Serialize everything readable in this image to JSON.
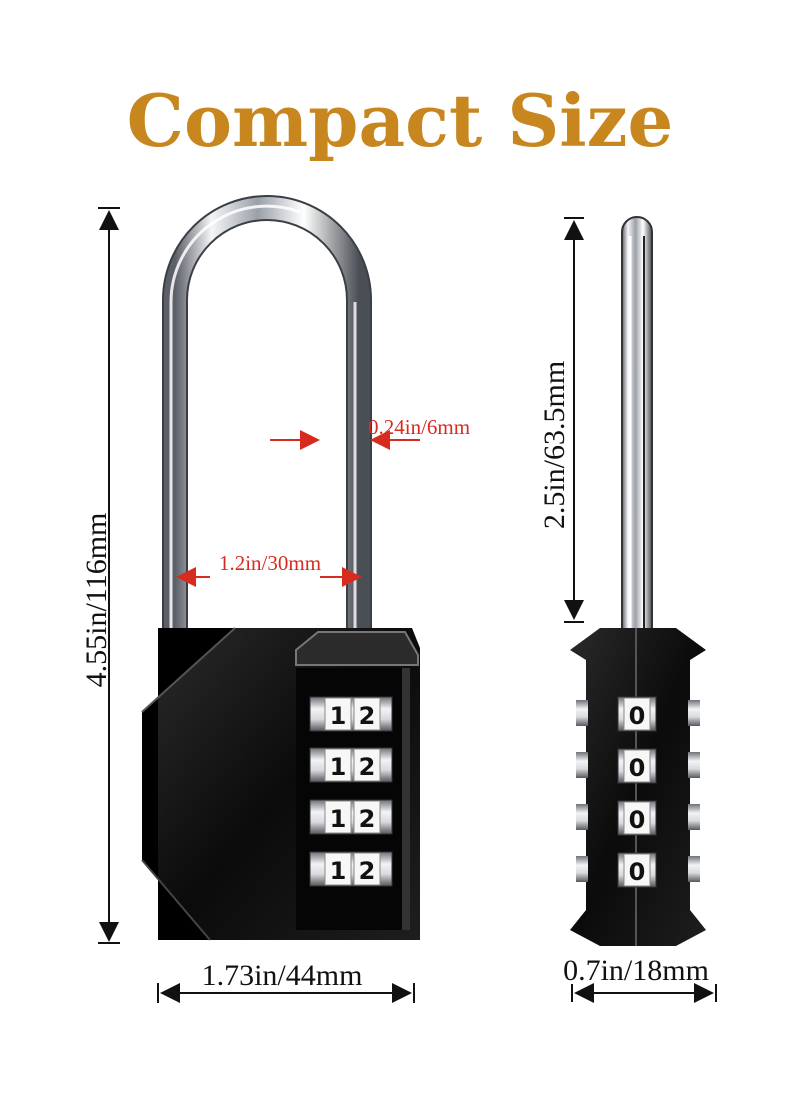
{
  "title": "Compact Size",
  "dimensions": {
    "total_height": "4.55in/116mm",
    "shackle_height": "2.5in/63.5mm",
    "shackle_diameter": "0.24in/6mm",
    "shackle_inner_width": "1.2in/30mm",
    "body_width": "1.73in/44mm",
    "body_depth": "0.7in/18mm"
  },
  "front_dials": [
    {
      "left": "1",
      "right": "2"
    },
    {
      "left": "1",
      "right": "2"
    },
    {
      "left": "1",
      "right": "2"
    },
    {
      "left": "1",
      "right": "2"
    }
  ],
  "side_dials": [
    "0",
    "0",
    "0",
    "0"
  ],
  "colors": {
    "title": "#c8861e",
    "dimension_red": "#d72b1f",
    "lock_body": "#111111",
    "shackle": "#c9ccd1"
  }
}
